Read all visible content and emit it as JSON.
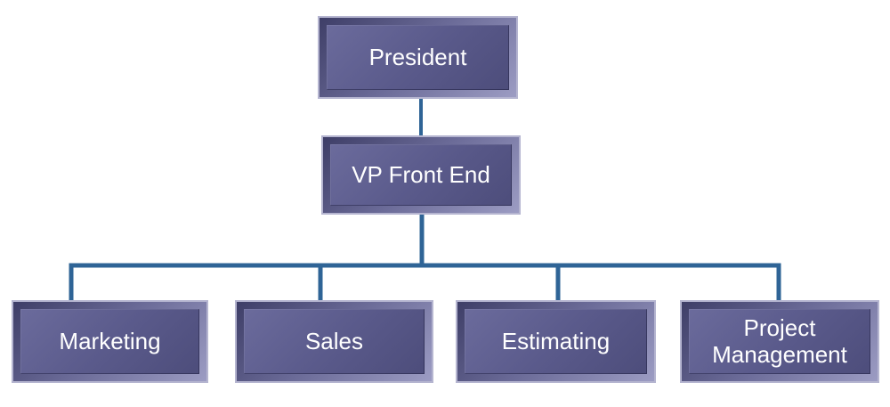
{
  "diagram": {
    "type": "org-chart",
    "levels": 3
  },
  "org_chart": {
    "nodes": [
      {
        "id": "president",
        "label": "President",
        "level": 0
      },
      {
        "id": "vp-front-end",
        "label": "VP Front End",
        "level": 1
      },
      {
        "id": "marketing",
        "label": "Marketing",
        "level": 2
      },
      {
        "id": "sales",
        "label": "Sales",
        "level": 2
      },
      {
        "id": "estimating",
        "label": "Estimating",
        "level": 2
      },
      {
        "id": "project-management",
        "label": "Project Management",
        "level": 2
      }
    ],
    "edges": [
      {
        "from": "president",
        "to": "vp-front-end"
      },
      {
        "from": "vp-front-end",
        "to": "marketing"
      },
      {
        "from": "vp-front-end",
        "to": "sales"
      },
      {
        "from": "vp-front-end",
        "to": "estimating"
      },
      {
        "from": "vp-front-end",
        "to": "project-management"
      }
    ]
  },
  "colors": {
    "background": "#ffffff",
    "box_border": "#b5b5d0",
    "bevel_dark": "#3e3e67",
    "bevel_mid": "#6a6a97",
    "bevel_light": "#9c9cc3",
    "face_light": "#6b6b9c",
    "face_mid": "#5a5a8b",
    "face_dark": "#4d4d7b",
    "connector": "#2f6496",
    "text": "#ffffff"
  }
}
